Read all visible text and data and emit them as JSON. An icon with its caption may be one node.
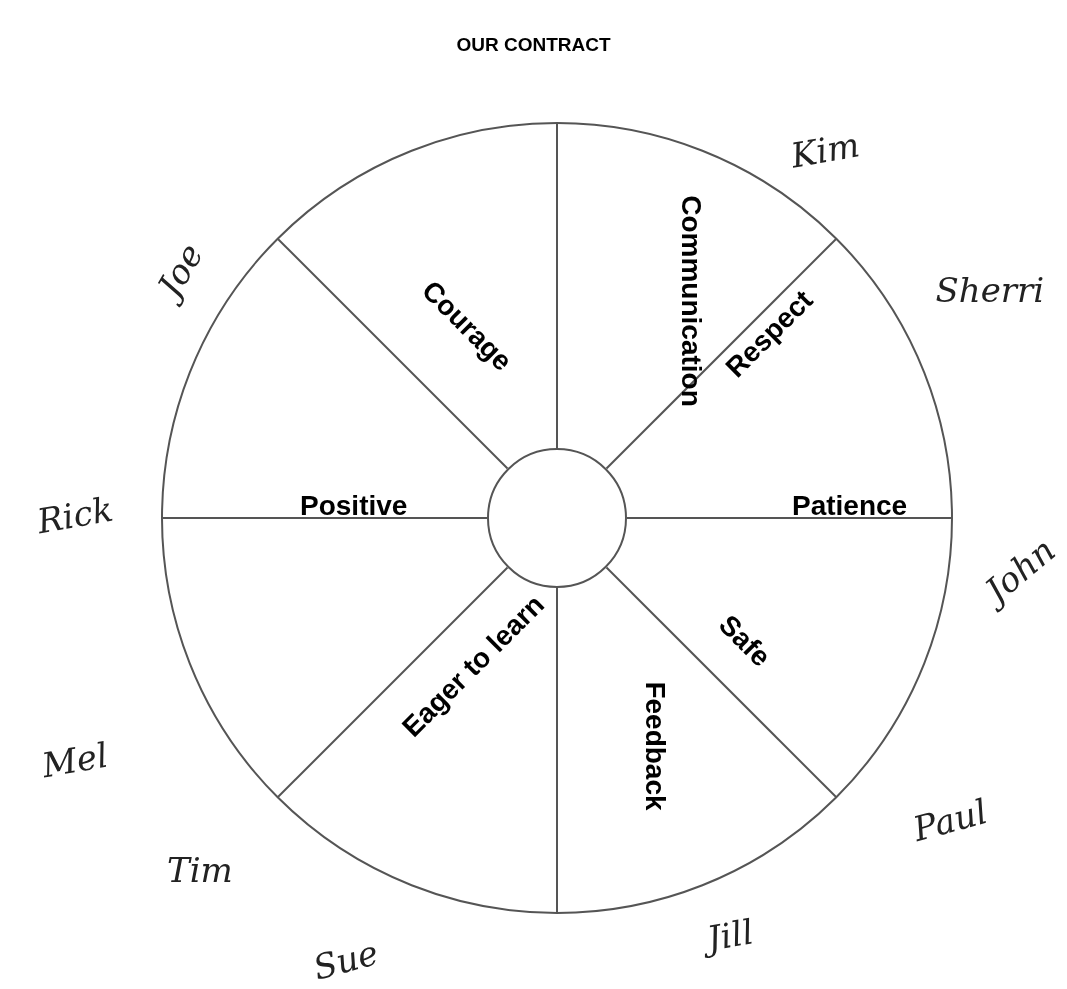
{
  "diagram": {
    "title": "OUR CONTRACT",
    "nodes": [
      {
        "text": [
          "Communication",
          "Respect",
          "Patience",
          "Safe",
          "Feedback",
          "Eager to learn",
          "Positive",
          "Courage"
        ]
      },
      {
        "text": [],
        "shape": "circle",
        "in": 0
      }
    ],
    "edges": [],
    "labels": [
      "Kim",
      "Joe",
      "Sherri",
      "Rick",
      "John",
      "Mel",
      "Paul",
      "Tim",
      "Jill",
      "Sue"
    ]
  }
}
